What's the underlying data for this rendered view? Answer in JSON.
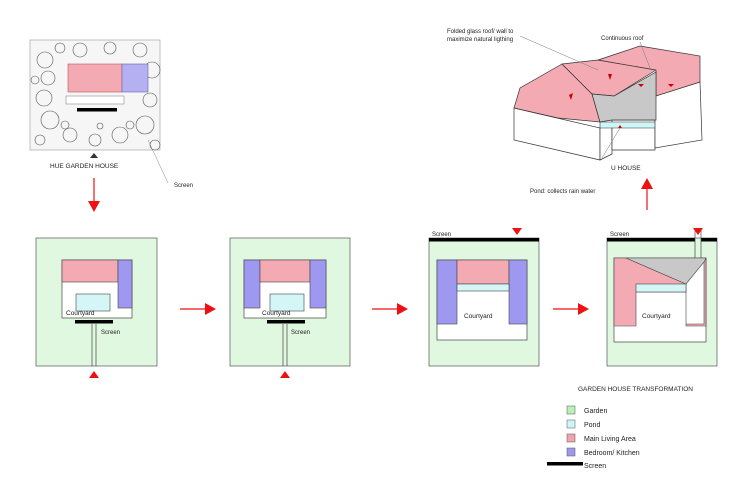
{
  "site_plan": {
    "title": "HUE GARDEN HOUSE",
    "screen_label": "Screen"
  },
  "u_house": {
    "title": "U HOUSE",
    "annotations": {
      "folded_glass": [
        "Folded glass roof/ wall to",
        "maximize natural ligthing"
      ],
      "continuous_roof": "Continuous roof",
      "pond": "Pond: collects rain water"
    }
  },
  "steps": [
    {
      "courtyard_label": "Courtyard",
      "screen_label": "Screen"
    },
    {
      "courtyard_label": "Courtyard",
      "screen_label": "Screen"
    },
    {
      "courtyard_label": "Courtyard",
      "screen_label": "Screen"
    },
    {
      "courtyard_label": "Courtyard",
      "screen_label": "Screen"
    }
  ],
  "legend": {
    "title": "GARDEN HOUSE TRANSFORMATION",
    "items": [
      {
        "label": "Garden",
        "color": "#b8f0b8"
      },
      {
        "label": "Pond",
        "color": "#cff6f6"
      },
      {
        "label": "Main Living Area",
        "color": "#f2a4ac"
      },
      {
        "label": "Bedroom/ Kitchen",
        "color": "#9f98f0"
      },
      {
        "label": "Screen",
        "color": "#000000"
      }
    ]
  },
  "colors": {
    "garden": "#e0f7e0",
    "pond": "#d4f6f6",
    "living": "#f4aab3",
    "bedroom": "#9f98f0",
    "arrow": "#ee1111",
    "screen": "#000000"
  }
}
